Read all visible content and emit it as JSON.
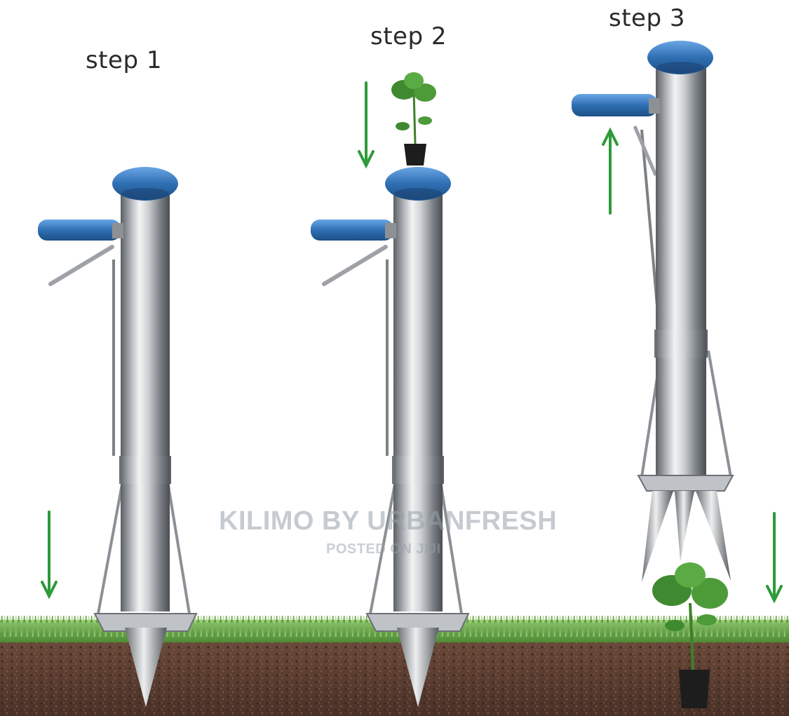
{
  "steps": [
    {
      "label": "step 1"
    },
    {
      "label": "step 2"
    },
    {
      "label": "step 3"
    }
  ],
  "watermark": {
    "title": "KILIMO BY URBANFRESH",
    "subtitle": "POSTED ON JIJI"
  },
  "colors": {
    "handle_blue": "#3b78c4",
    "cap_blue": "#2f6fb3",
    "arrow_green": "#2e9a3a",
    "grass": "#6aa84f",
    "soil": "#5a3f32",
    "steel": "#c9ccd0"
  }
}
